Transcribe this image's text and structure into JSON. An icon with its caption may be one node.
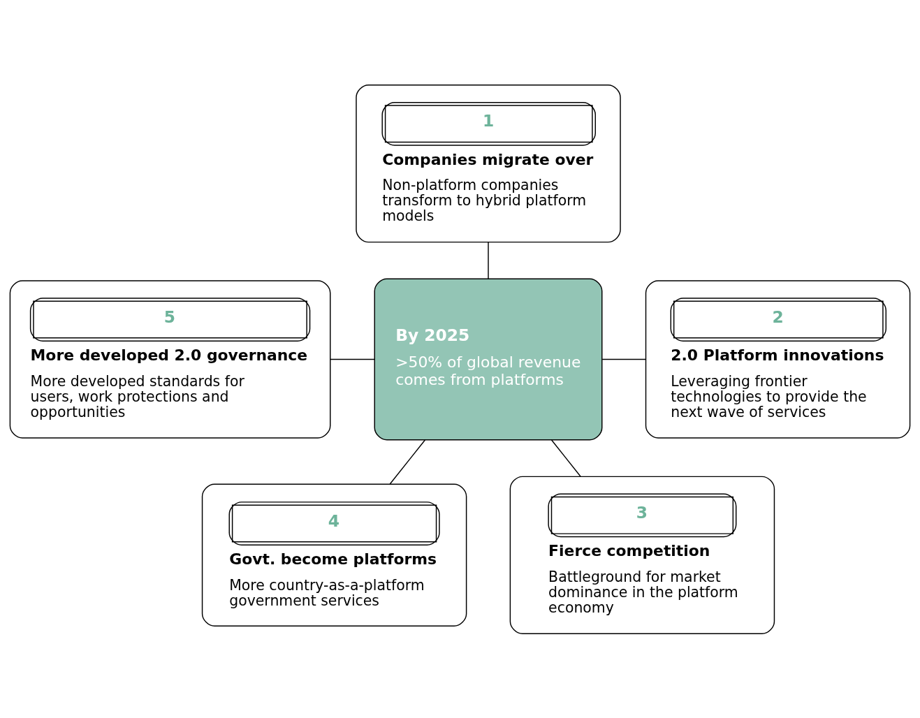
{
  "diagram": {
    "nodes": [
      {
        "text": [
          "1",
          "Companies migrate over",
          "Non-platform companies transform to hybrid platform models"
        ]
      },
      {
        "text": [
          "5",
          "More developed 2.0 governance",
          "More developed standards for users, work protections and opportunities"
        ]
      },
      {
        "text": [
          "By 2025",
          ">50% of global revenue comes from platforms"
        ]
      },
      {
        "text": [
          "2",
          "2.0 Platform innovations",
          "Leveraging frontier technologies to provide the next wave of services"
        ]
      },
      {
        "text": [
          "4",
          "Govt. become platforms",
          "More country-as-a-platform government services"
        ]
      },
      {
        "text": [
          "3",
          "Fierce competition",
          "Battleground for market dominance in the platform economy"
        ]
      }
    ],
    "edges": [
      {
        "from": 0,
        "to": 2,
        "arrow": "none"
      },
      {
        "from": 1,
        "to": 2,
        "arrow": "none"
      },
      {
        "from": 2,
        "to": 3,
        "arrow": "none"
      },
      {
        "from": 2,
        "to": 4,
        "arrow": "none"
      },
      {
        "from": 2,
        "to": 5,
        "arrow": "none"
      }
    ]
  }
}
